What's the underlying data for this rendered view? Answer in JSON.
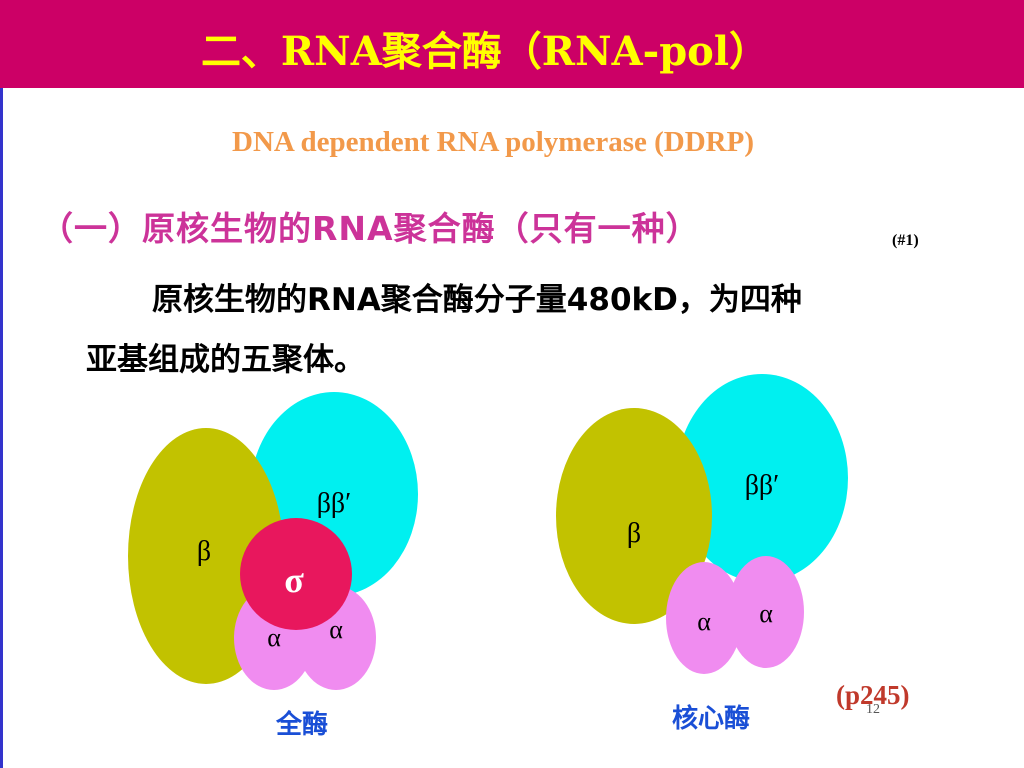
{
  "title": "二、RNA聚合酶（RNA-pol）",
  "subtitle": "DNA dependent RNA polymerase (DDRP)",
  "section_heading": "（一）原核生物的RNA聚合酶（只有一种）",
  "heading_ref": "(#1)",
  "body_lines": [
    "原核生物的RNA聚合酶分子量480kD，为四种",
    "亚基组成的五聚体。"
  ],
  "holoenzyme": {
    "caption": "全酶",
    "labels": {
      "beta": "β",
      "beta_prime": "ββ′",
      "sigma": "σ",
      "alpha1": "α",
      "alpha2": "α"
    }
  },
  "core_enzyme": {
    "caption": "核心酶",
    "labels": {
      "beta": "β",
      "alpha1": "α",
      "alpha2": "α"
    }
  },
  "page_ref": "(p245)",
  "slide_number": "12",
  "colors": {
    "title_bar": "#cc0066",
    "title_text": "#ffff00",
    "beta": "#c2c200",
    "beta_prime": "#00f0f0",
    "sigma": "#e8175d",
    "alpha": "#f08cf0",
    "caption": "#1a4fd6"
  }
}
